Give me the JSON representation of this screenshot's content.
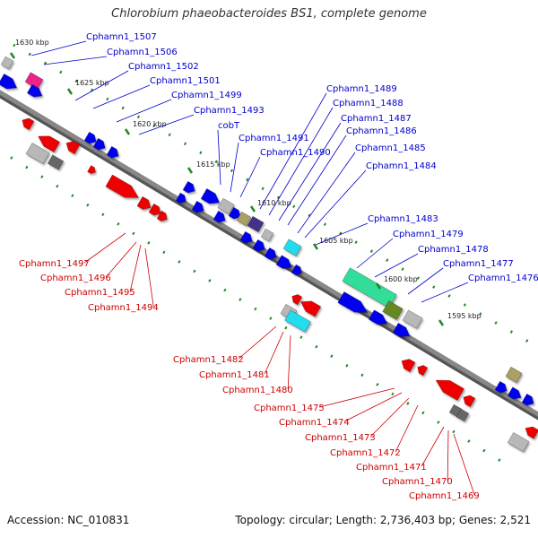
{
  "title": "Chlorobium phaeobacteroides BS1, complete genome",
  "footer": {
    "accession": "Accession: NC_010831",
    "summary": "Topology: circular; Length: 2,736,403 bp; Genes: 2,521"
  },
  "colors": {
    "top_strand_label": "#0000cc",
    "bottom_strand_label": "#cc0000",
    "forward_gene": "#0000ee",
    "reverse_gene": "#ee0000",
    "grey_gene": "#b8b8b8",
    "dark_grey_gene": "#666666",
    "cyan_gene": "#22ddee",
    "pink_gene": "#ee2288",
    "olive_gene": "#668822",
    "khaki_gene": "#aaa066",
    "mint_gene": "#33dd99",
    "indigo_gene": "#443388",
    "tick": "#228822",
    "backbone": "#888888"
  },
  "kbp_ticks": [
    "1630 kbp",
    "1625 kbp",
    "1620 kbp",
    "1615 kbp",
    "1610 kbp",
    "1605 kbp",
    "1600 kbp",
    "1595 kbp"
  ],
  "top_labels": [
    "Cphamn1_1507",
    "Cphamn1_1506",
    "Cphamn1_1502",
    "Cphamn1_1501",
    "Cphamn1_1499",
    "Cphamn1_1493",
    "cobT",
    "Cphamn1_1491",
    "Cphamn1_1490",
    "Cphamn1_1489",
    "Cphamn1_1488",
    "Cphamn1_1487",
    "Cphamn1_1486",
    "Cphamn1_1485",
    "Cphamn1_1484",
    "Cphamn1_1483",
    "Cphamn1_1479",
    "Cphamn1_1478",
    "Cphamn1_1477",
    "Cphamn1_1476"
  ],
  "bottom_labels": [
    "Cphamn1_1497",
    "Cphamn1_1496",
    "Cphamn1_1495",
    "Cphamn1_1494",
    "Cphamn1_1482",
    "Cphamn1_1481",
    "Cphamn1_1480",
    "Cphamn1_1475",
    "Cphamn1_1474",
    "Cphamn1_1473",
    "Cphamn1_1472",
    "Cphamn1_1471",
    "Cphamn1_1470",
    "Cphamn1_1469"
  ]
}
